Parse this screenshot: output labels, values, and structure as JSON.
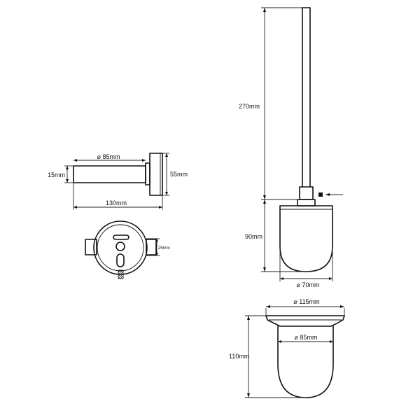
{
  "dimensions": {
    "holder_rod_diameter": "⌀ 85mm",
    "holder_rod_thickness": "15mm",
    "holder_base_height": "55mm",
    "holder_length": "130mm",
    "fixing_offset": "25mm",
    "brush_handle_length": "270mm",
    "brush_head_height": "90mm",
    "brush_head_diameter": "⌀ 70mm",
    "cup_top_diameter": "⌀ 115mm",
    "cup_inner_diameter": "⌀ 85mm",
    "cup_height": "110mm"
  }
}
